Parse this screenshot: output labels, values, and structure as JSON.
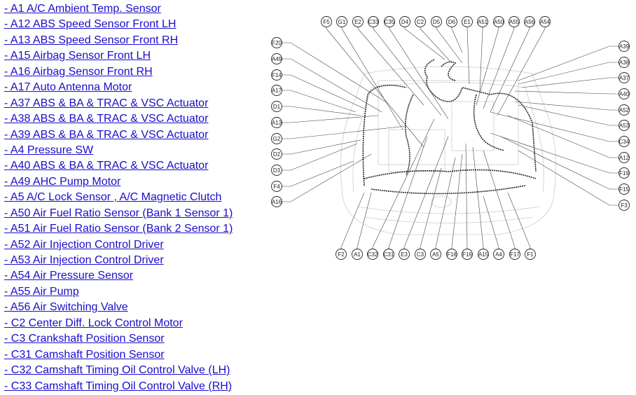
{
  "links": [
    "- A1 A/C Ambient Temp. Sensor",
    "- A12 ABS Speed Sensor Front LH",
    "- A13 ABS Speed Sensor Front RH",
    "- A15 Airbag Sensor Front LH",
    "- A16 Airbag Sensor Front RH",
    "- A17 Auto Antenna Motor",
    "- A37 ABS & BA & TRAC & VSC Actuator",
    "- A38 ABS & BA & TRAC & VSC Actuator",
    "- A39 ABS & BA & TRAC & VSC Actuator",
    "- A4 Pressure SW",
    "- A40 ABS & BA & TRAC & VSC Actuator",
    "- A49 AHC Pump Motor",
    "- A5 A/C Lock Sensor , A/C Magnetic Clutch",
    "- A50 Air Fuel Ratio Sensor (Bank 1 Sensor 1)",
    "- A51 Air Fuel Ratio Sensor (Bank 2 Sensor 1)",
    "- A52 Air Injection Control Driver",
    "- A53 Air Injection Control Driver",
    "- A54 Air Pressure Sensor",
    "- A55 Air Pump",
    "- A56 Air Switching Valve",
    "- C2 Center Diff. Lock Control Motor",
    "- C3 Crankshaft Position Sensor",
    "- C31 Camshaft Position Sensor",
    "- C32 Camshaft Timing Oil Control Valve (LH)",
    "- C33 Camshaft Timing Oil Control Valve (RH)"
  ],
  "diagram": {
    "top": [
      "F5",
      "G1",
      "E2",
      "C33",
      "C35",
      "D4",
      "C2",
      "D5",
      "D6",
      "E1",
      "A51",
      "A50",
      "A55",
      "A56",
      "A54"
    ],
    "left": [
      "F20",
      "A49",
      "F14",
      "A17",
      "D1",
      "A13",
      "G2",
      "D2",
      "D3",
      "F4",
      "A16"
    ],
    "right": [
      "A39",
      "A38",
      "A37",
      "A40",
      "A52",
      "A53",
      "C34",
      "A12",
      "F19",
      "F15",
      "F3"
    ],
    "bottom": [
      "F2",
      "A1",
      "C32",
      "C31",
      "E3",
      "C3",
      "A5",
      "F18",
      "F16",
      "A15",
      "A4",
      "F17",
      "F1"
    ]
  }
}
